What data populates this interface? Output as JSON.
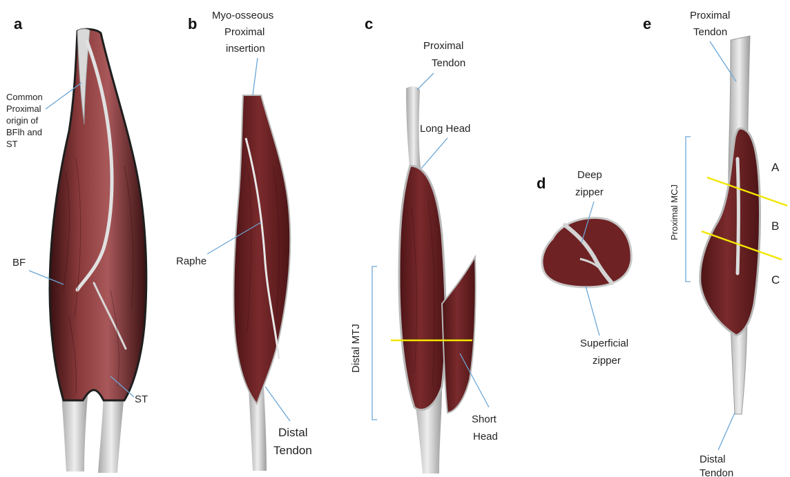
{
  "colors": {
    "muscle_dark": "#5a1a1c",
    "muscle_mid": "#7a2a2c",
    "muscle_light": "#a2514f",
    "tendon": "#d7d7d7",
    "tendon_edge": "#9a9a9a",
    "leader_line": "#6aa6d6",
    "cut_line": "#f2e600"
  },
  "panels": {
    "a": {
      "letter": "a",
      "labels": {
        "common_line1": "Common",
        "common_line2": "Proximal",
        "common_line3": "origin of",
        "common_line4": "BFlh and",
        "common_line5": "ST",
        "bf": "BF",
        "st": "ST"
      }
    },
    "b": {
      "letter": "b",
      "labels": {
        "myo_line1": "Myo-osseous",
        "myo_line2": "Proximal",
        "myo_line3": "insertion",
        "raphe": "Raphe",
        "distal_line1": "Distal",
        "distal_line2": "Tendon"
      }
    },
    "c": {
      "letter": "c",
      "labels": {
        "proximal_line1": "Proximal",
        "proximal_line2": "Tendon",
        "long_head": "Long Head",
        "distal_mtj": "Distal MTJ",
        "short_line1": "Short",
        "short_line2": "Head"
      }
    },
    "d": {
      "letter": "d",
      "labels": {
        "deep_line1": "Deep",
        "deep_line2": "zipper",
        "superficial_line1": "Superficial",
        "superficial_line2": "zipper"
      }
    },
    "e": {
      "letter": "e",
      "labels": {
        "proximal_line1": "Proximal",
        "proximal_line2": "Tendon",
        "proximal_mcj": "Proximal MCJ",
        "level_a": "A",
        "level_b": "B",
        "level_c": "C",
        "distal_line1": "Distal",
        "distal_line2": "Tendon"
      }
    }
  }
}
